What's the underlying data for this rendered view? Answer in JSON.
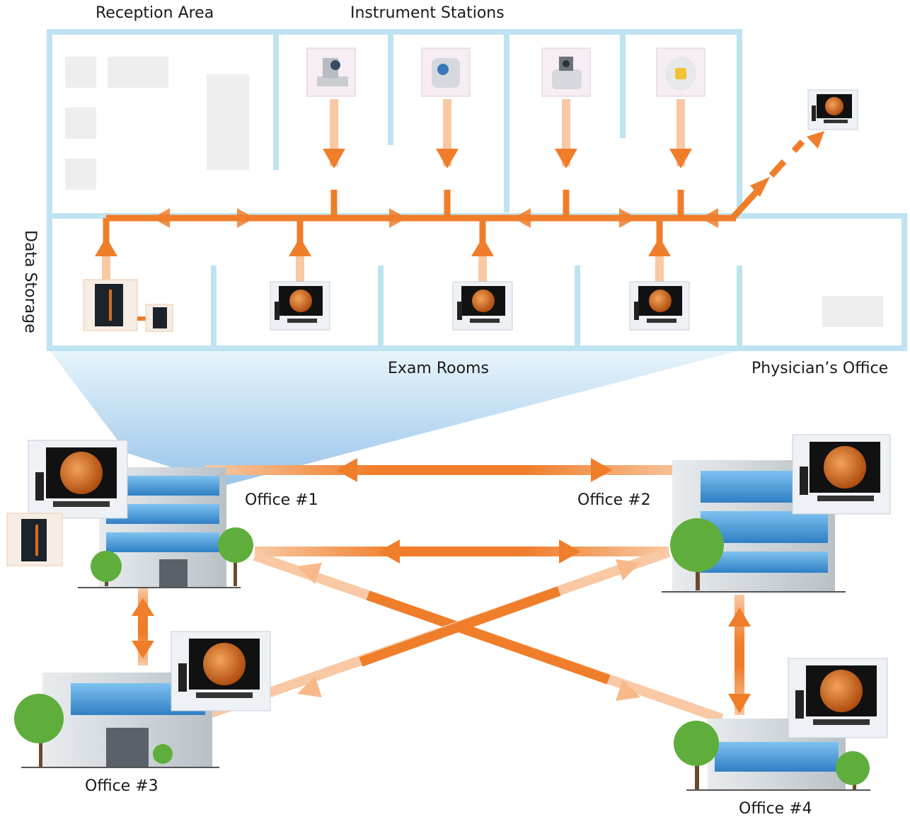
{
  "labels": {
    "reception": "Reception Area",
    "instrument": "Instrument Stations",
    "storage": "Data Storage",
    "exam": "Exam Rooms",
    "physician": "Physician’s Office",
    "office1": "Office #1",
    "office2": "Office #2",
    "office3": "Office #3",
    "office4": "Office #4"
  },
  "icons": {
    "instruments": [
      "fundus-camera-icon",
      "oct-scanner-icon",
      "retinal-imager-icon",
      "visual-field-analyzer-icon"
    ],
    "exam_rooms": [
      "workstation-icon",
      "workstation-icon",
      "workstation-icon"
    ],
    "storage": [
      "server-tower-icon",
      "small-server-icon"
    ],
    "remote": "remote-workstation-icon",
    "building": "office-building-icon",
    "tree": "tree-icon"
  },
  "colors": {
    "wall": "#bfe3f0",
    "link": "#f07d2a",
    "link_fade": "#f8c9a4",
    "retina": "#d86a1c",
    "glass": "#4a93d1"
  }
}
